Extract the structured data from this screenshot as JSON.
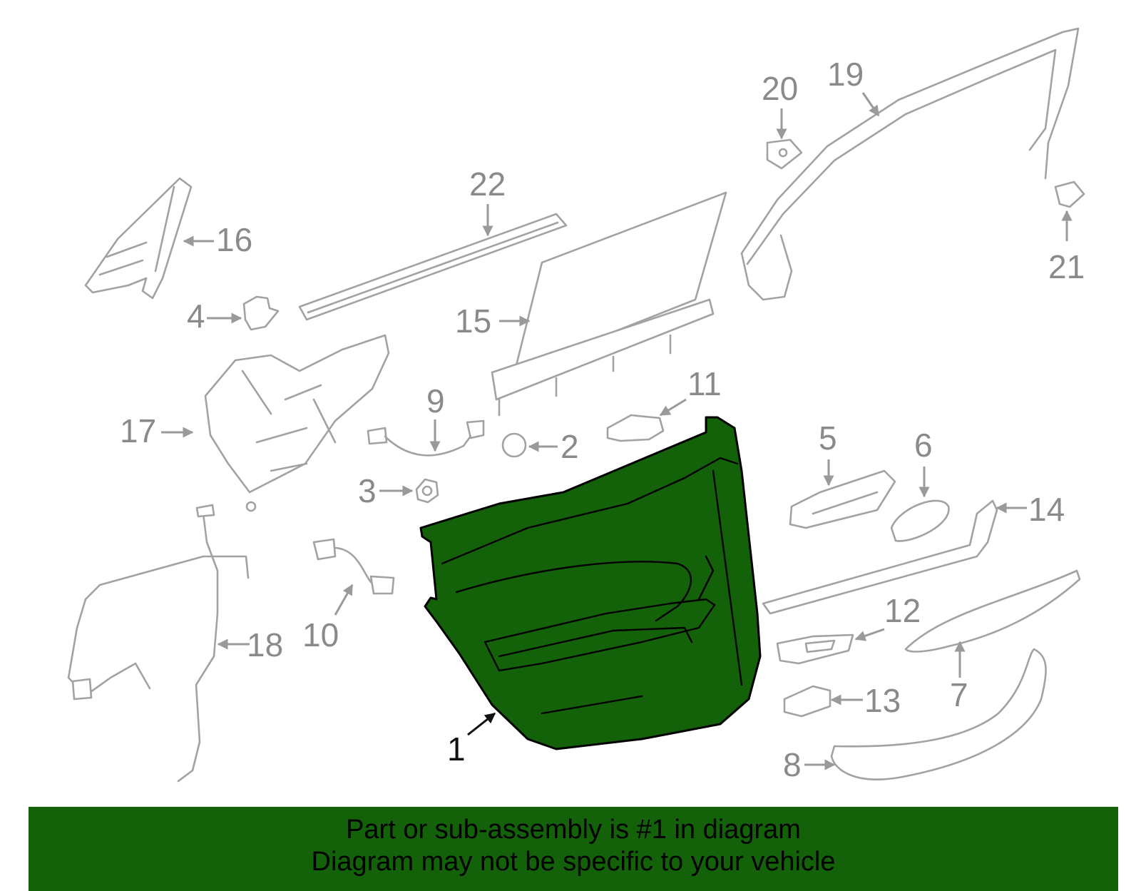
{
  "diagram": {
    "callouts": [
      "1",
      "2",
      "3",
      "4",
      "5",
      "6",
      "7",
      "8",
      "9",
      "10",
      "11",
      "12",
      "13",
      "14",
      "15",
      "16",
      "17",
      "18",
      "19",
      "20",
      "21",
      "22"
    ],
    "highlighted_part": "1",
    "highlight_color": "#136108",
    "part_color": "#a2a2a2"
  },
  "banner": {
    "line1": "Part or sub-assembly is #1 in diagram",
    "line2": "Diagram may not be specific to your vehicle"
  }
}
